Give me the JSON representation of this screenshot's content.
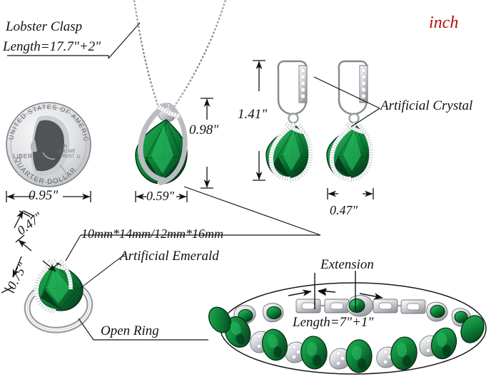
{
  "image": {
    "kind": "product-measurement-infographic",
    "subject": "emerald jewelry set",
    "unit_note": "inch",
    "background": "#ffffff"
  },
  "colors": {
    "emerald_light": "#1aa04c",
    "emerald_mid": "#0e7a37",
    "emerald_dark": "#05401c",
    "emerald_deep": "#022d13",
    "silver_light": "#ffffff",
    "silver_mid": "#d8dadd",
    "silver_dark": "#8d9196",
    "outline": "#1a1a1a",
    "text": "#111111",
    "accent_red": "#b31010"
  },
  "labels": {
    "unit": "inch",
    "lobster_clasp": "Lobster Clasp",
    "necklace_length": "Length=17.7\"+2\"",
    "artificial_crystal": "Artificial Crystal",
    "stone_sizes": "10mm*14mm/12mm*16mm",
    "artificial_emerald": "Artificial Emerald",
    "open_ring": "Open Ring",
    "extension": "Extension",
    "bracelet_length": "Length=7\"+1\""
  },
  "dimensions": {
    "coin_width": "0.95\"",
    "pendant_height": "0.98\"",
    "pendant_width": "0.59\"",
    "earring_height": "1.41\"",
    "earring_width": "0.47\"",
    "ring_stone_width": "0.47\"",
    "ring_height": "0.75\""
  },
  "coin": {
    "name": "US quarter dollar",
    "legend_top": "UNITED STATES OF AMERICA",
    "motto": "IN GOD WE TRUST",
    "liberty": "LIBERTY",
    "legend_bottom": "QUARTER DOLLAR",
    "mintmark": "D"
  },
  "items": [
    {
      "name": "necklace-pendant",
      "stone": "pear-cut emerald",
      "accent": "pave crystal ribbon"
    },
    {
      "name": "earrings",
      "count": 2,
      "closure": "leverback",
      "stone": "pear-cut emerald"
    },
    {
      "name": "ring",
      "style": "open band",
      "stone": "pear-cut emerald"
    },
    {
      "name": "bracelet",
      "style": "oval link tennis bracelet",
      "stone": "oval emeralds"
    }
  ]
}
